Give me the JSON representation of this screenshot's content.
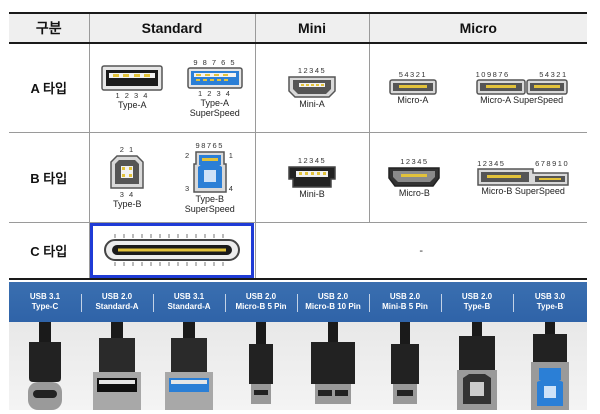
{
  "table": {
    "header": {
      "category": "구분",
      "standard": "Standard",
      "mini": "Mini",
      "micro": "Micro"
    },
    "rows": {
      "a": {
        "label": "A 타입",
        "standard_a_pins": "1 2 3 4",
        "standard_a_label": "Type-A",
        "standard_a_ss_pins_top": "9 8 7 6 5",
        "standard_a_ss_pins_bottom": "1 2 3 4",
        "standard_a_ss_label_1": "Type-A",
        "standard_a_ss_label_2": "SuperSpeed",
        "mini_a_pins": "12345",
        "mini_a_label": "Mini-A",
        "micro_a_pins": "54321",
        "micro_a_label": "Micro-A",
        "micro_a_ss_pins_left": "109876",
        "micro_a_ss_pins_right": "54321",
        "micro_a_ss_label": "Micro-A SuperSpeed"
      },
      "b": {
        "label": "B 타입",
        "standard_b_pins_top": "2 1",
        "standard_b_pins_bottom": "3 4",
        "standard_b_label": "Type-B",
        "standard_b_ss_pins_top": "98765",
        "standard_b_ss_pin2": "2",
        "standard_b_ss_pin1": "1",
        "standard_b_ss_pin3": "3",
        "standard_b_ss_pin4": "4",
        "standard_b_ss_label_1": "Type-B",
        "standard_b_ss_label_2": "SuperSpeed",
        "mini_b_pins": "12345",
        "mini_b_label": "Mini-B",
        "micro_b_pins": "12345",
        "micro_b_label": "Micro-B",
        "micro_b_ss_pins_left": "12345",
        "micro_b_ss_pins_right": "678910",
        "micro_b_ss_label": "Micro-B SuperSpeed"
      },
      "c": {
        "label": "C 타입",
        "empty_value": "-"
      }
    }
  },
  "strip": {
    "items": [
      {
        "line1": "USB 3.1",
        "line2": "Type-C"
      },
      {
        "line1": "USB 2.0",
        "line2": "Standard-A"
      },
      {
        "line1": "USB 3.1",
        "line2": "Standard-A"
      },
      {
        "line1": "USB 2.0",
        "line2": "Micro-B 5 Pin"
      },
      {
        "line1": "USB 2.0",
        "line2": "Micro-B 10 Pin"
      },
      {
        "line1": "USB 2.0",
        "line2": "Mini-B 5 Pin"
      },
      {
        "line1": "USB 2.0",
        "line2": "Type-B"
      },
      {
        "line1": "USB 3.0",
        "line2": "Type-B"
      }
    ]
  },
  "colors": {
    "highlight_border": "#1f3bd6",
    "strip_header": "#2f63a8",
    "superspeed_blue": "#2b7fd6",
    "contact_gold": "#e2c23a"
  }
}
